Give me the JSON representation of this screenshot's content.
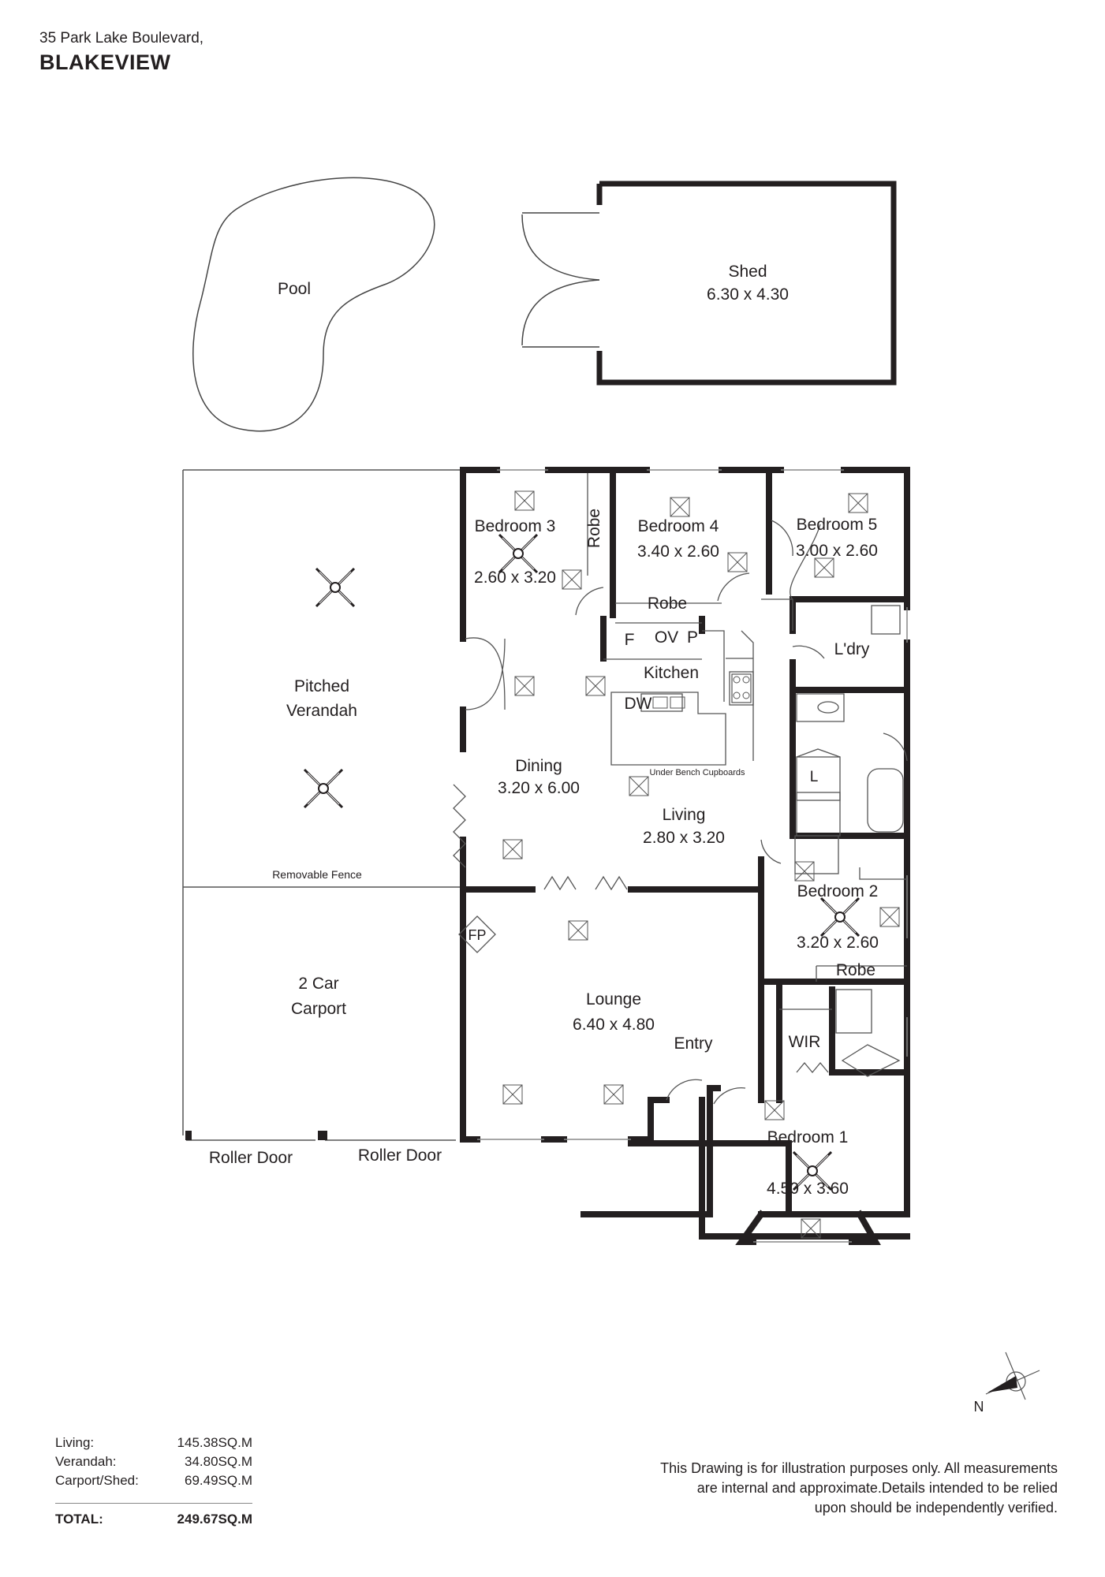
{
  "header": {
    "address": "35 Park Lake Boulevard,",
    "suburb": "BLAKEVIEW"
  },
  "rooms": {
    "pool": "Pool",
    "shed_name": "Shed",
    "shed_size": "6.30 x 4.30",
    "verandah_l1": "Pitched",
    "verandah_l2": "Verandah",
    "fence": "Removable Fence",
    "carport_l1": "2 Car",
    "carport_l2": "Carport",
    "roller_door_1": "Roller Door",
    "roller_door_2": "Roller Door",
    "bed3_name": "Bedroom 3",
    "bed3_size": "2.60 x 3.20",
    "bed4_name": "Bedroom 4",
    "bed4_size": "3.40 x 2.60",
    "bed5_name": "Bedroom 5",
    "bed5_size": "3.00 x 2.60",
    "robe_vertical": "Robe",
    "robe_bed4": "Robe",
    "robe_bed2": "Robe",
    "fridge": "F",
    "oven": "OV",
    "pantry": "P",
    "kitchen": "Kitchen",
    "dishwasher": "DW",
    "under_bench": "Under Bench Cupboards",
    "laundry": "L'dry",
    "linen": "L",
    "dining_name": "Dining",
    "dining_size": "3.20 x 6.00",
    "living_name": "Living",
    "living_size": "2.80 x 3.20",
    "bed2_name": "Bedroom 2",
    "bed2_size": "3.20 x 2.60",
    "fireplace": "FP",
    "lounge_name": "Lounge",
    "lounge_size": "6.40 x 4.80",
    "entry": "Entry",
    "wir": "WIR",
    "bed1_name": "Bedroom 1",
    "bed1_size": "4.50 x 3.60",
    "north": "N"
  },
  "areas": [
    {
      "label": "Living:",
      "value": "145.38SQ.M"
    },
    {
      "label": "Verandah:",
      "value": "34.80SQ.M"
    },
    {
      "label": "Carport/Shed:",
      "value": "69.49SQ.M"
    }
  ],
  "total": {
    "label": "TOTAL:",
    "value": "249.67SQ.M"
  },
  "disclaimer": {
    "line1": "This Drawing is for illustration purposes only. All measurements",
    "line2": "are internal and approximate.Details intended to be relied",
    "line3": "upon should be independently verified."
  }
}
